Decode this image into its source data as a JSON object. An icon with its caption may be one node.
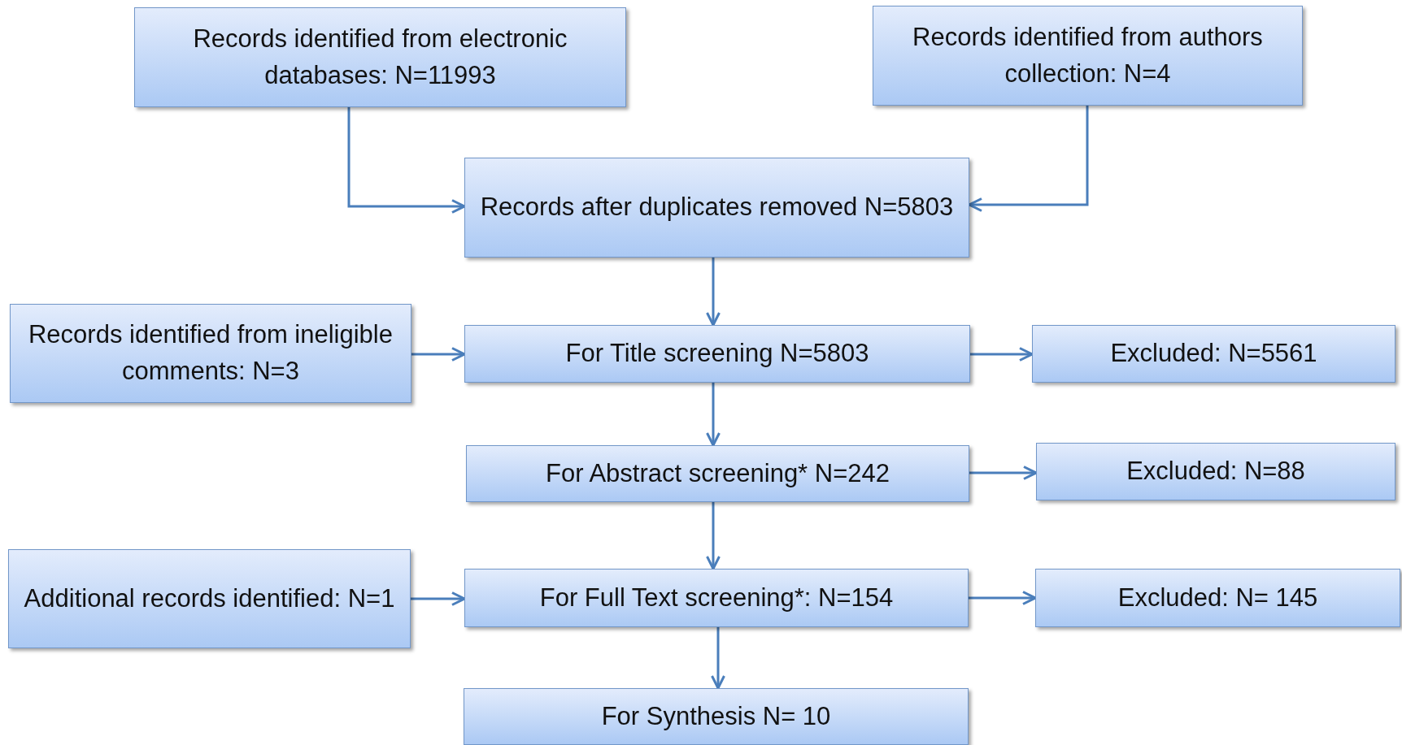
{
  "diagram": {
    "nodes": [
      {
        "text": [
          "Records identified from electronic databases: N=11993"
        ]
      },
      {
        "text": [
          "Records identified from authors collection: N=4"
        ]
      },
      {
        "text": [
          "Records after duplicates removed N=5803"
        ]
      },
      {
        "text": [
          "Records identified from ineligible comments: N=3"
        ]
      },
      {
        "text": [
          "For Title screening N=5803"
        ]
      },
      {
        "text": [
          "Excluded: N=5561"
        ]
      },
      {
        "text": [
          "For Abstract screening* N=242"
        ]
      },
      {
        "text": [
          "Excluded: N=88"
        ]
      },
      {
        "text": [
          "Additional records identified: N=1"
        ]
      },
      {
        "text": [
          "For Full Text screening*: N=154"
        ]
      },
      {
        "text": [
          "Excluded: N= 145"
        ]
      },
      {
        "text": [
          "For Synthesis N= 10"
        ]
      }
    ],
    "edges": [
      {
        "from": 0,
        "to": 2,
        "arrow": "to"
      },
      {
        "from": 1,
        "to": 2,
        "arrow": "to"
      },
      {
        "from": 2,
        "to": 4,
        "arrow": "to"
      },
      {
        "from": 3,
        "to": 4,
        "arrow": "to"
      },
      {
        "from": 4,
        "to": 5,
        "arrow": "to"
      },
      {
        "from": 4,
        "to": 6,
        "arrow": "to"
      },
      {
        "from": 6,
        "to": 7,
        "arrow": "to"
      },
      {
        "from": 6,
        "to": 9,
        "arrow": "to"
      },
      {
        "from": 8,
        "to": 9,
        "arrow": "to"
      },
      {
        "from": 9,
        "to": 10,
        "arrow": "to"
      },
      {
        "from": 9,
        "to": 11,
        "arrow": "to"
      }
    ]
  }
}
